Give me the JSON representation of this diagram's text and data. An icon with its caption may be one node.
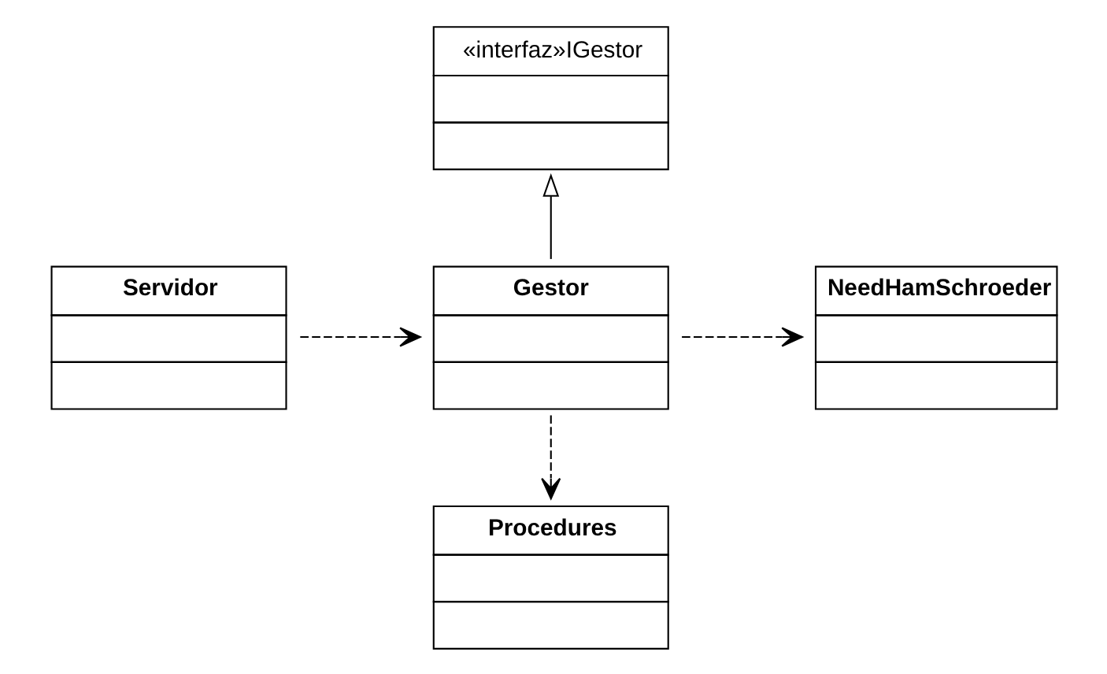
{
  "diagram": {
    "nodes": [
      {
        "text": [
          "«interfaz»IGestor"
        ]
      },
      {
        "text": [
          "Servidor"
        ]
      },
      {
        "text": [
          "Gestor"
        ]
      },
      {
        "text": [
          "NeedHamSchroeder"
        ]
      },
      {
        "text": [
          "Procedures"
        ]
      }
    ],
    "edges": [
      {
        "from": 2,
        "to": 0,
        "arrow": "to"
      },
      {
        "from": 1,
        "to": 2,
        "arrow": "to",
        "style": "dashed"
      },
      {
        "from": 2,
        "to": 3,
        "arrow": "to",
        "style": "dashed"
      },
      {
        "from": 2,
        "to": 4,
        "arrow": "to",
        "style": "dashed"
      }
    ]
  }
}
